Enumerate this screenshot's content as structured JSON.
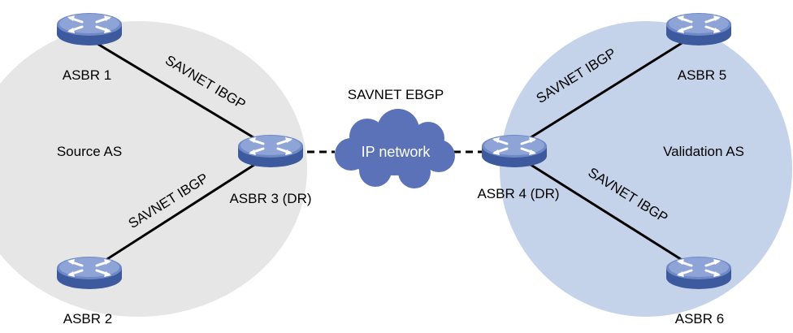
{
  "colors": {
    "source_as_fill": "#e6e6e6",
    "validation_as_fill": "#c5d3ea",
    "router_body": "#5a76b8",
    "router_top": "#8ea4d6",
    "cloud_fill": "#5b72b8",
    "link": "#000000"
  },
  "icons": {
    "router": "router-icon",
    "cloud": "cloud-icon"
  },
  "areas": {
    "source_as": "Source AS",
    "validation_as": "Validation AS"
  },
  "routers": {
    "asbr1": "ASBR 1",
    "asbr2": "ASBR 2",
    "asbr3": "ASBR 3 (DR)",
    "asbr4": "ASBR 4 (DR)",
    "asbr5": "ASBR 5",
    "asbr6": "ASBR 6"
  },
  "links": {
    "asbr1_asbr3": "SAVNET IBGP",
    "asbr2_asbr3": "SAVNET IBGP",
    "asbr4_asbr5": "SAVNET IBGP",
    "asbr4_asbr6": "SAVNET IBGP",
    "ebgp": "SAVNET EBGP"
  },
  "cloud": {
    "label": "IP network"
  }
}
